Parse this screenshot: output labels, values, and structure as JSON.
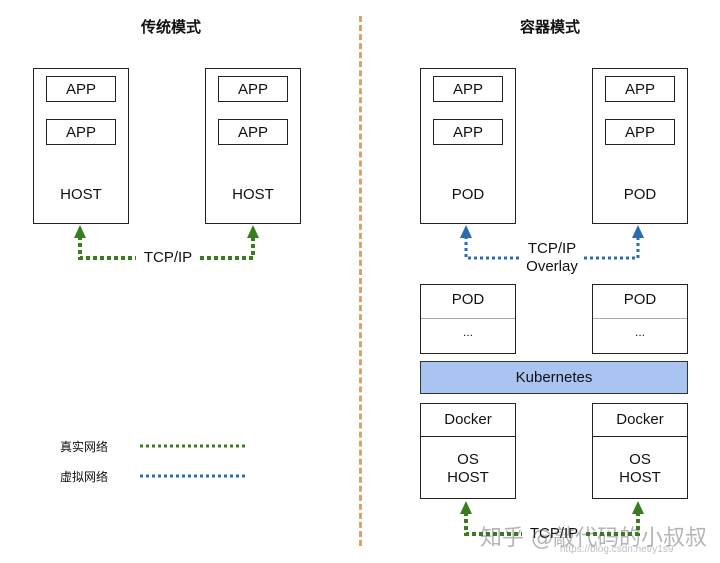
{
  "left": {
    "title": "传统模式",
    "host1": {
      "apps": [
        "APP",
        "APP"
      ],
      "label": "HOST"
    },
    "host2": {
      "apps": [
        "APP",
        "APP"
      ],
      "label": "HOST"
    },
    "link_label": "TCP/IP"
  },
  "right": {
    "title": "容器模式",
    "pod1": {
      "apps": [
        "APP",
        "APP"
      ],
      "label": "POD"
    },
    "pod2": {
      "apps": [
        "APP",
        "APP"
      ],
      "label": "POD"
    },
    "overlay_label_1": "TCP/IP",
    "overlay_label_2": "Overlay",
    "node1": {
      "pod": "POD",
      "more": "..."
    },
    "node2": {
      "pod": "POD",
      "more": "..."
    },
    "kubernetes": "Kubernetes",
    "docker1": {
      "docker": "Docker",
      "os": "OS",
      "host": "HOST"
    },
    "docker2": {
      "docker": "Docker",
      "os": "OS",
      "host": "HOST"
    },
    "bottom_link_label": "TCP/IP"
  },
  "legend": {
    "physical": "真实网络",
    "virtual": "虚拟网络"
  },
  "watermark": {
    "main": "知乎 @敲代码的小叔叔",
    "url": "https://blog.csdn.net/y1s9"
  },
  "colors": {
    "physical_link": "#3a7d1e",
    "virtual_link": "#2b6cb0",
    "divider": "#d9a46b",
    "kubernetes_fill": "#a9c4f0"
  }
}
